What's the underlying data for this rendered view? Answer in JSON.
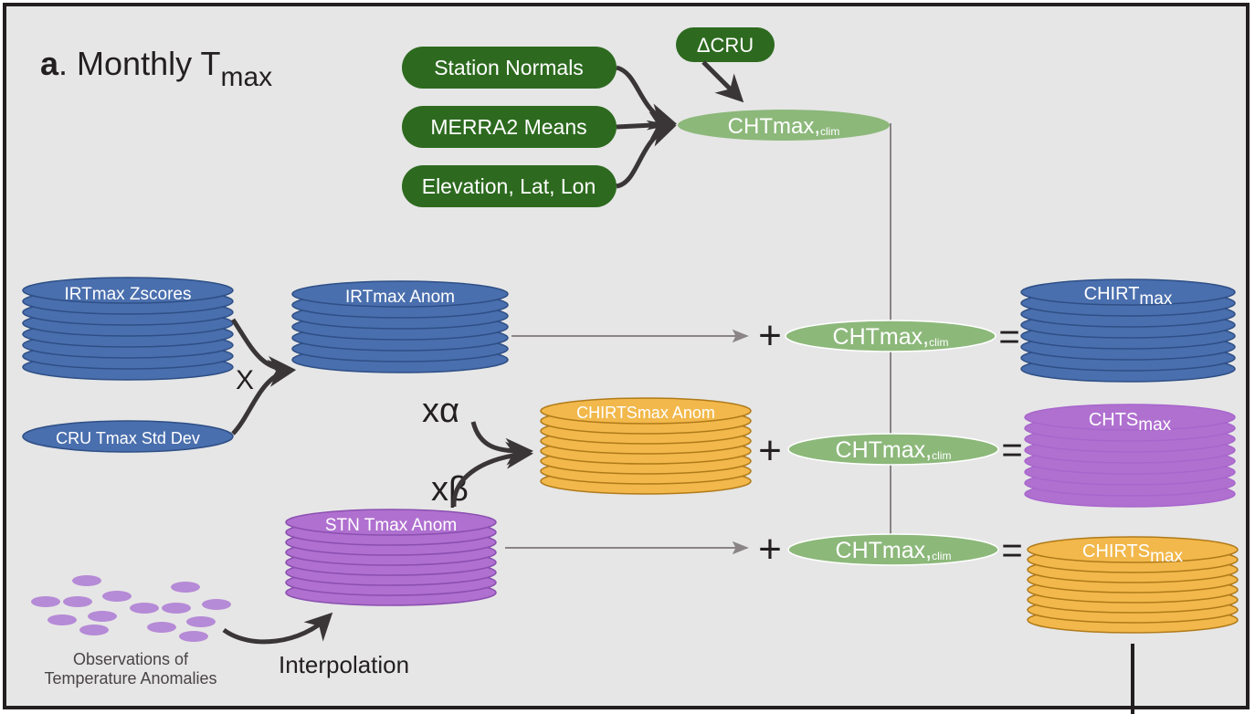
{
  "panel": {
    "letter": "a",
    "title": "Monthly T",
    "title_sub": "max"
  },
  "inputs": {
    "station_normals": "Station Normals",
    "merra2_means": "MERRA2 Means",
    "elevation": "Elevation, Lat, Lon",
    "delta_cru": "ΔCRU"
  },
  "climatology": {
    "main": "CHTmax,",
    "sub": "clim"
  },
  "stacks": {
    "irt_zscores": "IRTmax Zscores",
    "irt_anom": "IRTmax Anom",
    "chirts_anom": "CHIRTSmax Anom",
    "stn_anom": "STN Tmax Anom",
    "chirt_out_main": "CHIRT",
    "chirt_out_sub": "max",
    "chts_out_main": "CHTS",
    "chts_out_sub": "max",
    "chirts_out_main": "CHIRTS",
    "chirts_out_sub": "max"
  },
  "ops": {
    "multiply": "X",
    "alpha": "xα",
    "beta": "xβ",
    "plus": "+",
    "equals": "="
  },
  "cru_std": "CRU Tmax Std Dev",
  "observations": {
    "line1": "Observations of",
    "line2": "Temperature Anomalies"
  },
  "interpolation": "Interpolation",
  "colors": {
    "background": "#e6e6e6",
    "border": "#231f20",
    "green_dark": "#2d6a1f",
    "green_light": "#8cb87a",
    "blue": "#4a6fae",
    "orange": "#f2b84b",
    "purple": "#b070d0",
    "dots": "#b58ad6"
  }
}
